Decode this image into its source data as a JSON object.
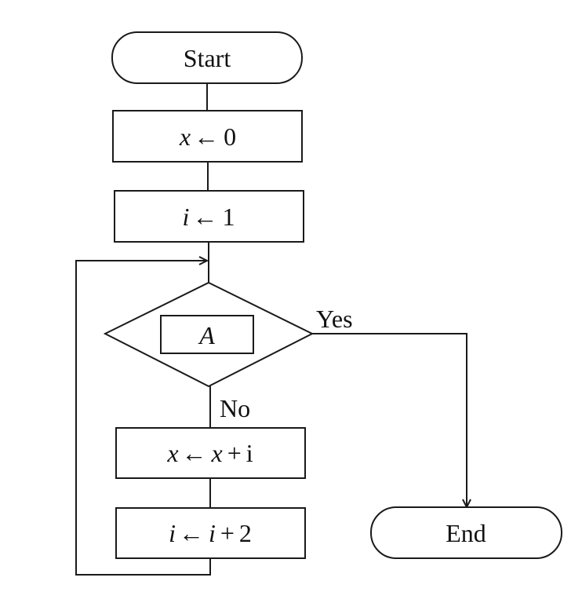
{
  "nodes": {
    "start": "Start",
    "init_x": {
      "var": "x",
      "arrow": "←",
      "value": "0"
    },
    "init_i": {
      "var": "i",
      "arrow": "←",
      "value": "1"
    },
    "condition": "A",
    "update_x": {
      "var": "x",
      "arrow": "←",
      "expr_var": "x",
      "op": "+",
      "operand": "i"
    },
    "update_i": {
      "var": "i",
      "arrow": "←",
      "expr_var": "i",
      "op": "+",
      "operand": "2"
    },
    "end": "End"
  },
  "branches": {
    "yes": "Yes",
    "no": "No"
  }
}
